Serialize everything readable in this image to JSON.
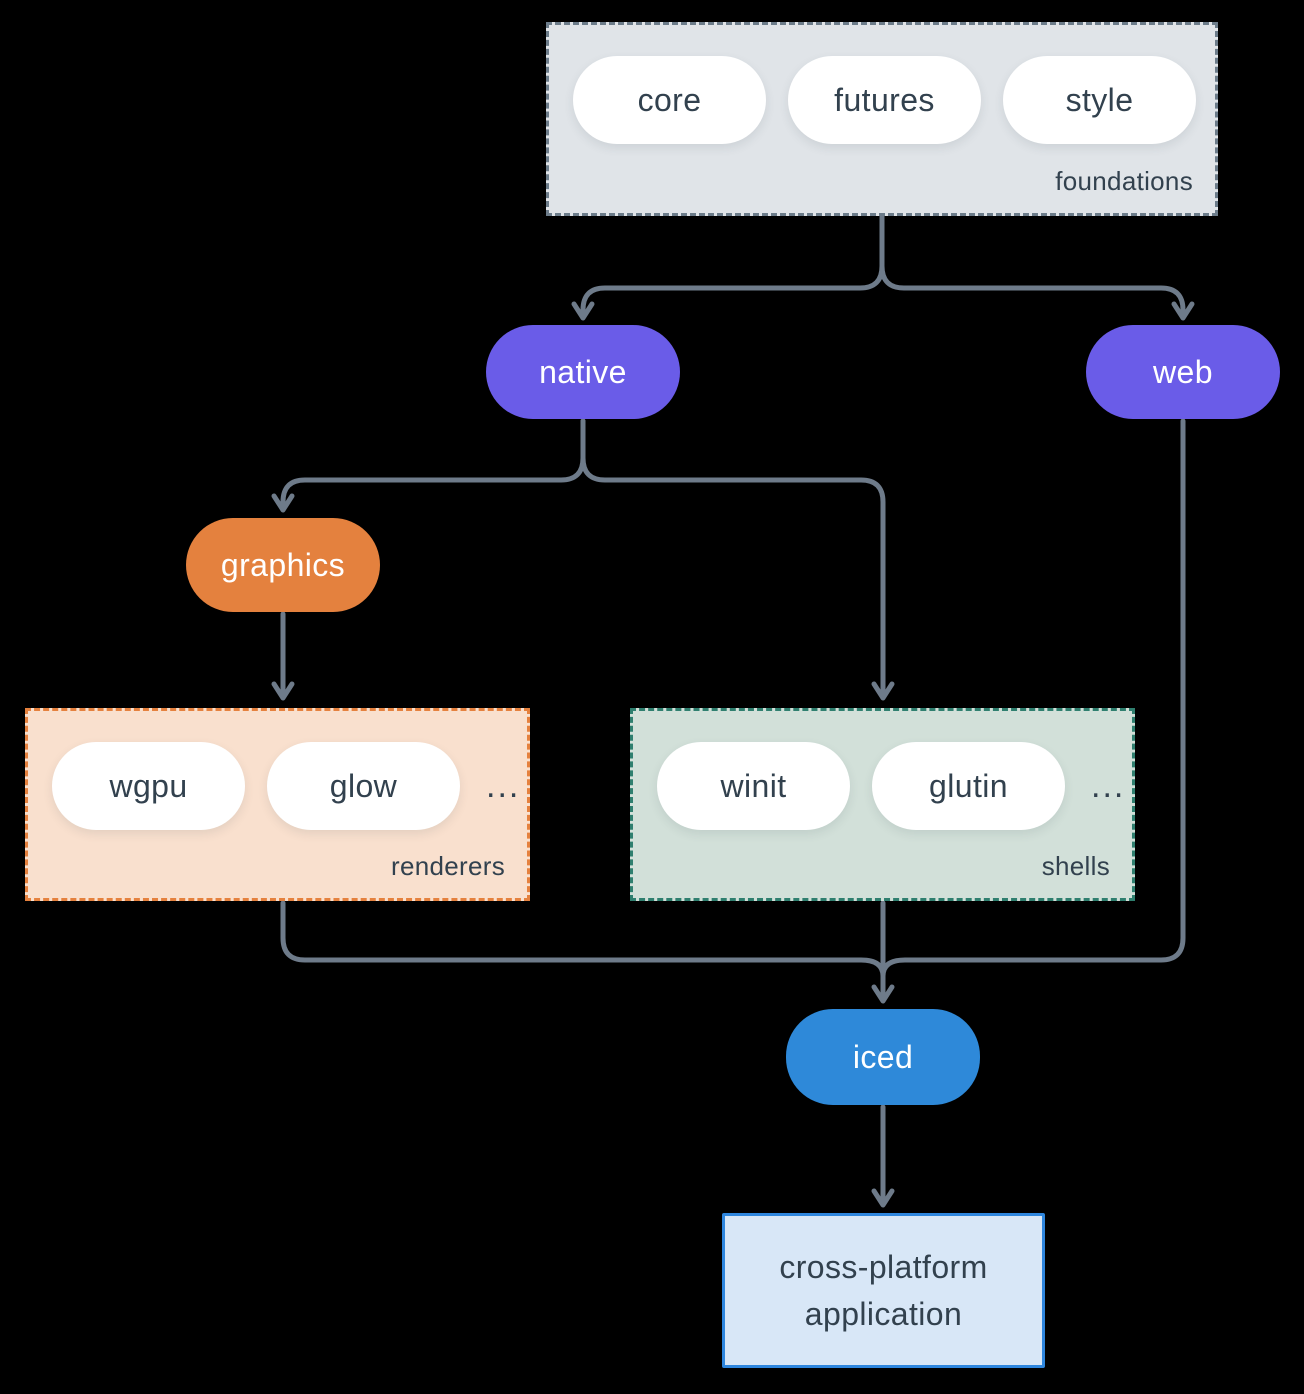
{
  "nodes": {
    "foundations": {
      "label": "foundations",
      "packages": [
        "core",
        "futures",
        "style"
      ]
    },
    "native": {
      "label": "native"
    },
    "web": {
      "label": "web"
    },
    "graphics": {
      "label": "graphics"
    },
    "renderers": {
      "label": "renderers",
      "packages": [
        "wgpu",
        "glow"
      ],
      "ellipsis": "..."
    },
    "shells": {
      "label": "shells",
      "packages": [
        "winit",
        "glutin"
      ],
      "ellipsis": "..."
    },
    "iced": {
      "label": "iced"
    },
    "application": {
      "label": "cross-platform application"
    }
  },
  "edges": [
    {
      "from": "foundations",
      "to": "native"
    },
    {
      "from": "foundations",
      "to": "web"
    },
    {
      "from": "native",
      "to": "graphics"
    },
    {
      "from": "native",
      "to": "shells"
    },
    {
      "from": "graphics",
      "to": "renderers"
    },
    {
      "from": "renderers",
      "to": "iced"
    },
    {
      "from": "shells",
      "to": "iced"
    },
    {
      "from": "web",
      "to": "iced"
    },
    {
      "from": "iced",
      "to": "application"
    }
  ],
  "colors": {
    "background": "#000000",
    "line": "#6e7b8a",
    "node-text-dark": "#32414e",
    "node-text-light": "#ffffff",
    "pill-white": "#ffffff",
    "purple": "#6a5ce8",
    "orange": "#e4813e",
    "blue": "#2e89d9",
    "foundations-fill": "#e0e4e8",
    "foundations-border": "#6c7c8a",
    "renderers-fill": "#f9e0ce",
    "renderers-border": "#e5813e",
    "shells-fill": "#d2e0d9",
    "shells-border": "#2f7f6f",
    "application-fill": "#d8e7f7",
    "application-border": "#2e86de"
  }
}
